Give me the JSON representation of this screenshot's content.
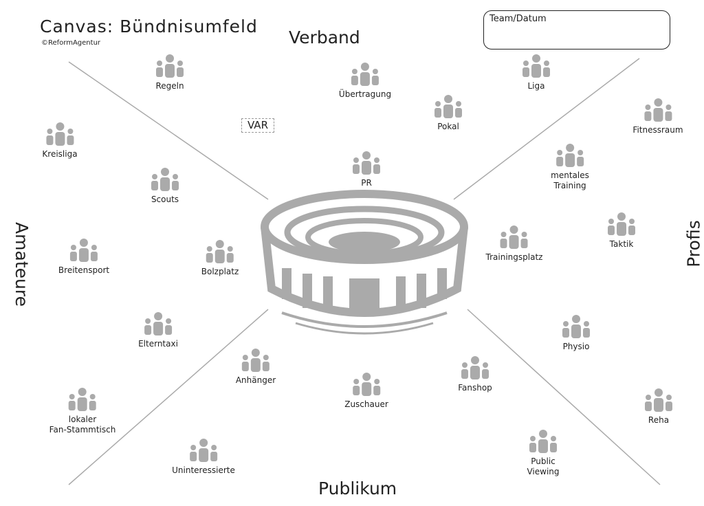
{
  "title": "Canvas: Bündnisumfeld",
  "copyright": "©ReformAgentur",
  "team_box_label": "Team/Datum",
  "sections": {
    "top": "Verband",
    "left": "Amateure",
    "right": "Profis",
    "bottom": "Publikum"
  },
  "items": [
    {
      "label": "Regeln",
      "icon": "rules-cards-icon"
    },
    {
      "label": "VAR",
      "icon": "none"
    },
    {
      "label": "Übertragung",
      "icon": "satellite-dish-icon"
    },
    {
      "label": "Pokal",
      "icon": "trophy-icon"
    },
    {
      "label": "Liga",
      "icon": "stadium-small-icon"
    },
    {
      "label": "Fitnessraum",
      "icon": "fitness-icon"
    },
    {
      "label": "Kreisliga",
      "icon": "star-trophy-icon"
    },
    {
      "label": "Scouts",
      "icon": "scout-person-icon"
    },
    {
      "label": "PR",
      "icon": "press-podium-icon"
    },
    {
      "label": "mentales\nTraining",
      "icon": "meditation-icon"
    },
    {
      "label": "Breitensport",
      "icon": "gymnastics-icon"
    },
    {
      "label": "Bolzplatz",
      "icon": "kids-football-icon"
    },
    {
      "label": "Trainingsplatz",
      "icon": "training-goal-icon"
    },
    {
      "label": "Taktik",
      "icon": "tactics-board-icon"
    },
    {
      "label": "Elterntaxi",
      "icon": "car-icon"
    },
    {
      "label": "Physio",
      "icon": "massage-icon"
    },
    {
      "label": "Anhänger",
      "icon": "supporters-icon"
    },
    {
      "label": "Zuschauer",
      "icon": "family-icon"
    },
    {
      "label": "Fanshop",
      "icon": "jerseys-shop-icon"
    },
    {
      "label": "Reha",
      "icon": "rehab-bed-icon"
    },
    {
      "label": "lokaler\nFan-Stammtisch",
      "icon": "pub-table-icon"
    },
    {
      "label": "Uninteressierte",
      "icon": "uninterested-people-icon"
    },
    {
      "label": "Public\nViewing",
      "icon": "public-screen-icon"
    }
  ]
}
